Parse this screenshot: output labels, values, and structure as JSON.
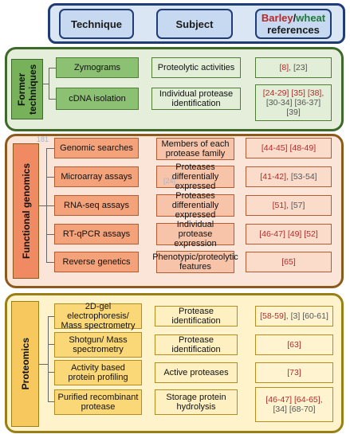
{
  "header": {
    "technique": "Technique",
    "subject": "Subject",
    "references_part1": "Barley",
    "references_part2": "/",
    "references_part3": "wheat",
    "references_part4": "references"
  },
  "sections": {
    "former": {
      "label": "Former techniques",
      "rows": [
        {
          "technique": "Zymograms",
          "subject": "Proteolytic activities",
          "refs": [
            {
              "t": "[8]",
              "c": "red"
            },
            {
              "t": ", ",
              "c": "grey"
            },
            {
              "t": "[23]",
              "c": "grey"
            }
          ]
        },
        {
          "technique": "cDNA isolation",
          "subject": "Individual protease identification",
          "refs": [
            {
              "t": "[24-29]",
              "c": "red"
            },
            {
              "t": " ",
              "c": "grey"
            },
            {
              "t": "[35]",
              "c": "red"
            },
            {
              "t": " ",
              "c": "grey"
            },
            {
              "t": "[38]",
              "c": "red"
            },
            {
              "t": ", [30-34] [36-37] [39]",
              "c": "grey"
            }
          ]
        }
      ]
    },
    "functional": {
      "label": "Functional genomics",
      "rows": [
        {
          "technique": "Genomic searches",
          "subject": "Members of each protease family",
          "refs": [
            {
              "t": "[44-45]",
              "c": "red"
            },
            {
              "t": " ",
              "c": "grey"
            },
            {
              "t": "[48-49]",
              "c": "red"
            }
          ]
        },
        {
          "technique": "Microarray assays",
          "subject": "Proteases differentially expressed",
          "refs": [
            {
              "t": "[41-42]",
              "c": "red"
            },
            {
              "t": ", [53-54]",
              "c": "grey"
            }
          ]
        },
        {
          "technique": "RNA-seq assays",
          "subject": "Proteases differentially expressed",
          "refs": [
            {
              "t": "[51]",
              "c": "red"
            },
            {
              "t": ", [57]",
              "c": "grey"
            }
          ]
        },
        {
          "technique": "RT-qPCR assays",
          "subject": "Individual protease expression",
          "refs": [
            {
              "t": "[46-47]",
              "c": "red"
            },
            {
              "t": " ",
              "c": "grey"
            },
            {
              "t": "[49]",
              "c": "red"
            },
            {
              "t": " ",
              "c": "grey"
            },
            {
              "t": "[52]",
              "c": "red"
            }
          ]
        },
        {
          "technique": "Reverse genetics",
          "subject": "Phenotypic/proteolytic features",
          "refs": [
            {
              "t": "[65]",
              "c": "red"
            }
          ]
        }
      ],
      "faint_marks": [
        "181",
        "[24]"
      ]
    },
    "proteomics": {
      "label": "Proteomics",
      "rows": [
        {
          "technique": "2D-gel electrophoresis/ Mass spectrometry",
          "subject": "Protease identification",
          "refs": [
            {
              "t": "[58-59]",
              "c": "red"
            },
            {
              "t": ", [3] [60-61]",
              "c": "grey"
            }
          ]
        },
        {
          "technique": "Shotgun/ Mass spectrometry",
          "subject": "Protease identification",
          "refs": [
            {
              "t": "[63]",
              "c": "red"
            }
          ]
        },
        {
          "technique": "Activity based protein profiling",
          "subject": "Active proteases",
          "refs": [
            {
              "t": "[73]",
              "c": "red"
            }
          ]
        },
        {
          "technique": "Purified recombinant protease",
          "subject": "Storage protein hydrolysis",
          "refs": [
            {
              "t": "[46-47]",
              "c": "red"
            },
            {
              "t": " ",
              "c": "grey"
            },
            {
              "t": "[64-65]",
              "c": "red"
            },
            {
              "t": ", [34] [68-70]",
              "c": "grey"
            }
          ]
        }
      ]
    }
  }
}
